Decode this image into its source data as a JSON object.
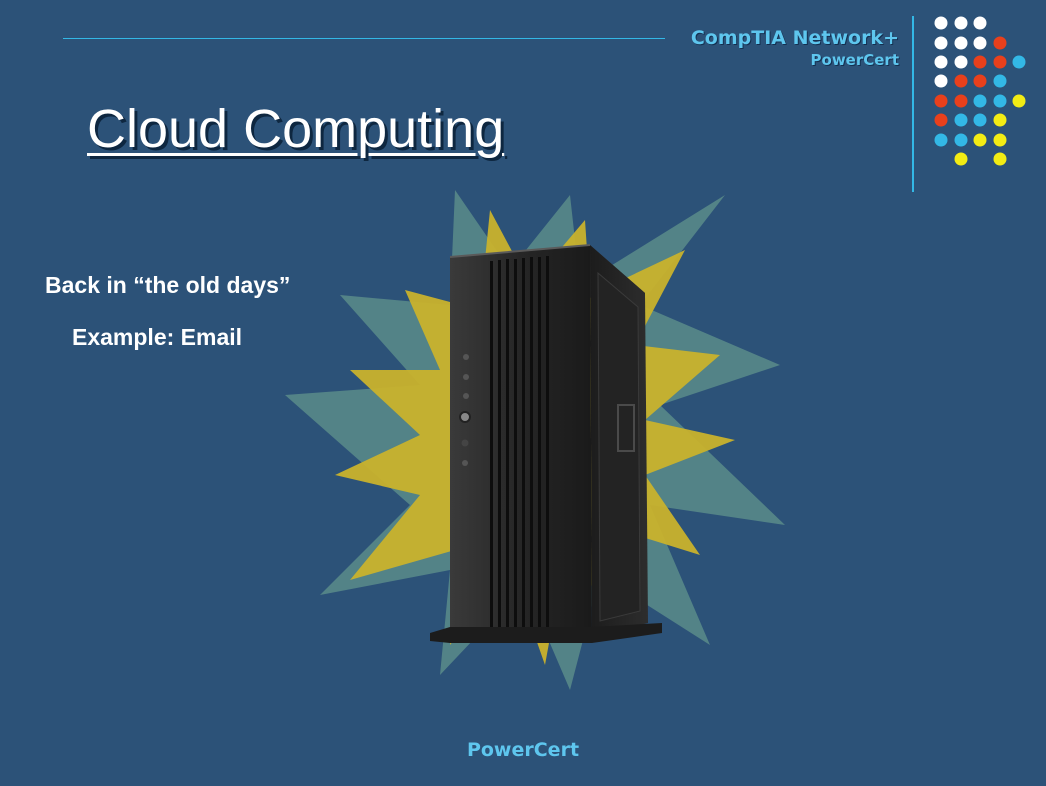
{
  "header": {
    "brand_line1": "CompTIA Network+",
    "brand_line2": "PowerCert"
  },
  "slide": {
    "title": "Cloud Computing",
    "bullets": [
      "Back in “the old days”",
      "Example:  Email"
    ]
  },
  "illustration": {
    "subject": "tower-server",
    "burst_colors": [
      "#c9b22c",
      "#5b8c8a"
    ]
  },
  "footer": {
    "text": "PowerCert"
  },
  "colors": {
    "background": "#2c5278",
    "accent": "#33b8e6",
    "white": "#ffffff",
    "red": "#e8401c",
    "cyan": "#33b8e6",
    "yellow": "#f2ec14"
  }
}
